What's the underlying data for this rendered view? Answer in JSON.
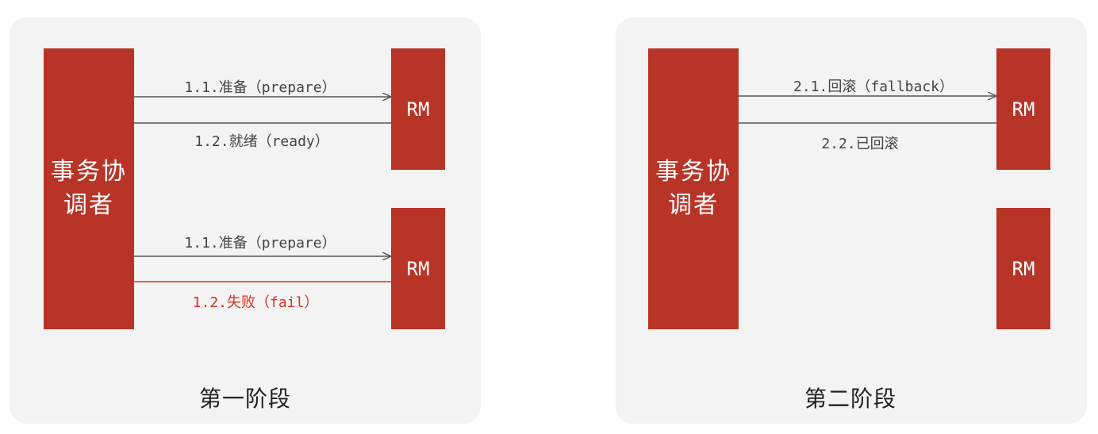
{
  "phase1": {
    "title": "第一阶段",
    "coordinator": "事务协调者",
    "rm_top": "RM",
    "rm_bottom": "RM",
    "msg_prepare_1": "1.1.准备（prepare）",
    "msg_ready": "1.2.就绪（ready）",
    "msg_prepare_2": "1.1.准备（prepare）",
    "msg_fail": "1.2.失败（fail）"
  },
  "phase2": {
    "title": "第二阶段",
    "coordinator": "事务协调者",
    "rm_top": "RM",
    "rm_bottom": "RM",
    "msg_fallback": "2.1.回滚（fallback）",
    "msg_rolled_back": "2.2.已回滚"
  },
  "colors": {
    "box": "#b83427",
    "arrow": "#555555",
    "fail": "#d93025",
    "panel": "#f3f3f3"
  }
}
